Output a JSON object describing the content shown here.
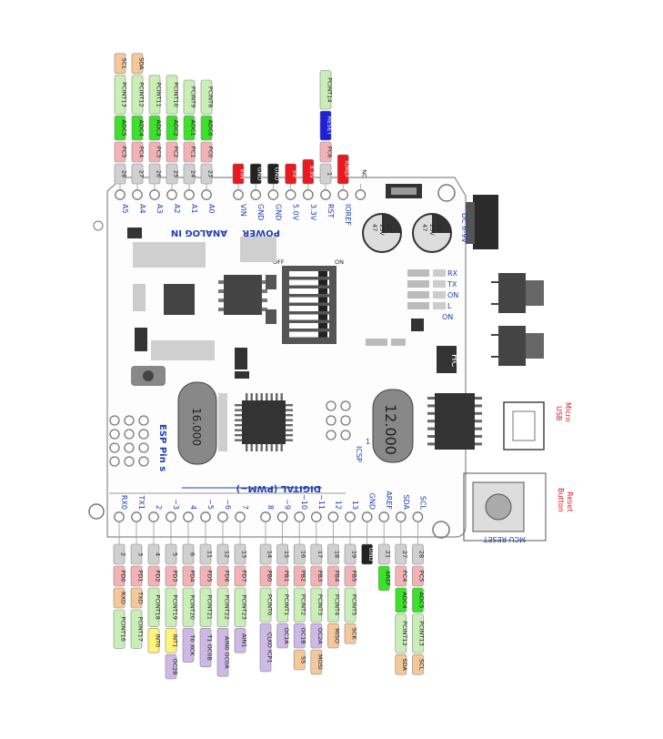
{
  "palette": {
    "gray": "#d0d0d0",
    "pink": "#f3b3b5",
    "orange": "#f5c89a",
    "lgreen": "#c9efb6",
    "green": "#3de02a",
    "yellow": "#fff37a",
    "purple": "#cdb8e6",
    "black": "#222222",
    "red": "#e8191f",
    "blue": "#1f1fd8",
    "board_outline": "#8a8a8a",
    "label_blue": "#1f3fb0",
    "note_red": "#e0151b"
  },
  "board": {
    "analog_title": "ANALOG IN",
    "power_title": "POWER",
    "digital_title": "DIGITAL (PWM~)",
    "esp_title": "ESP Pin s",
    "icsp_label": "ICSP",
    "icsp_one": "1",
    "crystal_a": "16.000",
    "crystal_b": "12.000",
    "switch_on": "ON",
    "switch_off": "OFF",
    "cap_text": [
      "47",
      "25V",
      "UT"
    ],
    "hc_label": "HC",
    "dc_label": "DC 6-9V",
    "mcu_reset": "MCU RESET",
    "reset_note": [
      "Reset",
      "Button"
    ],
    "usb_note": [
      "Micro",
      "USB"
    ],
    "led_labels": [
      "RX",
      "TX",
      "ON",
      "L",
      "ON"
    ]
  },
  "analog_pins": [
    {
      "label": "A5",
      "tags": [
        [
          "28",
          "gray"
        ],
        [
          "PC5",
          "pink"
        ],
        [
          "ADC5",
          "green"
        ],
        [
          "PCINT13",
          "lgreen"
        ],
        [
          "SCL",
          "orange"
        ]
      ]
    },
    {
      "label": "A4",
      "tags": [
        [
          "27",
          "gray"
        ],
        [
          "PC4",
          "pink"
        ],
        [
          "ADC4",
          "green"
        ],
        [
          "PCINT12",
          "lgreen"
        ],
        [
          "SDA",
          "orange"
        ]
      ]
    },
    {
      "label": "A3",
      "tags": [
        [
          "26",
          "gray"
        ],
        [
          "PC3",
          "pink"
        ],
        [
          "ADC3",
          "green"
        ],
        [
          "PCINT11",
          "lgreen"
        ]
      ]
    },
    {
      "label": "A2",
      "tags": [
        [
          "25",
          "gray"
        ],
        [
          "PC2",
          "pink"
        ],
        [
          "ADC2",
          "green"
        ],
        [
          "PCINT10",
          "lgreen"
        ]
      ]
    },
    {
      "label": "A1",
      "tags": [
        [
          "24",
          "gray"
        ],
        [
          "PC1",
          "pink"
        ],
        [
          "ADC1",
          "green"
        ],
        [
          "PCINT9",
          "lgreen"
        ]
      ]
    },
    {
      "label": "A0",
      "tags": [
        [
          "23",
          "gray"
        ],
        [
          "PC0",
          "pink"
        ],
        [
          "ADC0",
          "green"
        ],
        [
          "PCINT8",
          "lgreen"
        ]
      ]
    }
  ],
  "power_pins": [
    {
      "label": "VIN",
      "tags": [
        [
          "VIN",
          "red"
        ]
      ]
    },
    {
      "label": "GND",
      "tags": [
        [
          "GND",
          "black"
        ]
      ]
    },
    {
      "label": "GND",
      "tags": [
        [
          "GND",
          "black"
        ]
      ]
    },
    {
      "label": "5.0V",
      "tags": [
        [
          "5V",
          "red"
        ]
      ]
    },
    {
      "label": "3.3V",
      "tags": [
        [
          "3.3V",
          "red"
        ]
      ]
    },
    {
      "label": "RST",
      "tags": [
        [
          "1",
          "gray"
        ],
        [
          "PC6",
          "pink"
        ],
        [
          "RESET",
          "blue"
        ],
        [
          "PCINT14",
          "lgreen"
        ]
      ]
    },
    {
      "label": "IOREF",
      "tags": [
        [
          "IOREF",
          "red"
        ]
      ]
    },
    {
      "label": "",
      "tags": [
        [
          "NC",
          "none"
        ]
      ]
    }
  ],
  "digital_pins": [
    {
      "label": "RX0",
      "tags": [
        [
          "2",
          "gray"
        ],
        [
          "PD0",
          "pink"
        ],
        [
          "RXD",
          "orange"
        ],
        [
          "PCINT16",
          "lgreen"
        ]
      ]
    },
    {
      "label": "TX1",
      "tags": [
        [
          "3",
          "gray"
        ],
        [
          "PD1",
          "pink"
        ],
        [
          "TXD",
          "orange"
        ],
        [
          "PCINT17",
          "lgreen"
        ]
      ]
    },
    {
      "label": "2",
      "tags": [
        [
          "4",
          "gray"
        ],
        [
          "PD2",
          "pink"
        ],
        [
          "PCINT18",
          "lgreen"
        ],
        [
          "INT0",
          "yellow"
        ]
      ]
    },
    {
      "label": "~3",
      "tags": [
        [
          "5",
          "gray"
        ],
        [
          "PD3",
          "pink"
        ],
        [
          "PCINT19",
          "lgreen"
        ],
        [
          "INT1",
          "yellow"
        ],
        [
          "OC2B",
          "purple"
        ]
      ]
    },
    {
      "label": "4",
      "tags": [
        [
          "6",
          "gray"
        ],
        [
          "PD4",
          "pink"
        ],
        [
          "PCINT20",
          "lgreen"
        ],
        [
          "T0 XCK",
          "purple"
        ]
      ]
    },
    {
      "label": "~5",
      "tags": [
        [
          "11",
          "gray"
        ],
        [
          "PD5",
          "pink"
        ],
        [
          "PCINT21",
          "lgreen"
        ],
        [
          "T1 OC0B",
          "purple"
        ]
      ]
    },
    {
      "label": "~6",
      "tags": [
        [
          "12",
          "gray"
        ],
        [
          "PD6",
          "pink"
        ],
        [
          "PCINT22",
          "lgreen"
        ],
        [
          "AIN0 OC0A",
          "purple"
        ]
      ]
    },
    {
      "label": "7",
      "tags": [
        [
          "13",
          "gray"
        ],
        [
          "PD7",
          "pink"
        ],
        [
          "PCINT23",
          "lgreen"
        ],
        [
          "AIN1",
          "purple"
        ]
      ]
    },
    {
      "label": "8",
      "tags": [
        [
          "14",
          "gray"
        ],
        [
          "PB0",
          "pink"
        ],
        [
          "PCINT0",
          "lgreen"
        ],
        [
          "CLKO ICP1",
          "purple"
        ]
      ]
    },
    {
      "label": "~9",
      "tags": [
        [
          "15",
          "gray"
        ],
        [
          "PB1",
          "pink"
        ],
        [
          "PCINT1",
          "lgreen"
        ],
        [
          "OC1A",
          "purple"
        ]
      ]
    },
    {
      "label": "~10",
      "tags": [
        [
          "16",
          "gray"
        ],
        [
          "PB2",
          "pink"
        ],
        [
          "PCINT2",
          "lgreen"
        ],
        [
          "OC1B",
          "purple"
        ],
        [
          "SS",
          "orange"
        ]
      ]
    },
    {
      "label": "~11",
      "tags": [
        [
          "17",
          "gray"
        ],
        [
          "PB3",
          "pink"
        ],
        [
          "PCINT3",
          "lgreen"
        ],
        [
          "OC2A",
          "purple"
        ],
        [
          "MOSI",
          "orange"
        ]
      ]
    },
    {
      "label": "12",
      "tags": [
        [
          "18",
          "gray"
        ],
        [
          "PB4",
          "pink"
        ],
        [
          "PCINT4",
          "lgreen"
        ],
        [
          "MISO",
          "orange"
        ]
      ]
    },
    {
      "label": "13",
      "tags": [
        [
          "19",
          "gray"
        ],
        [
          "PB5",
          "pink"
        ],
        [
          "PCINT5",
          "lgreen"
        ],
        [
          "SCK",
          "orange"
        ]
      ]
    },
    {
      "label": "GND",
      "tags": [
        [
          "GND",
          "black"
        ]
      ]
    },
    {
      "label": "AREF",
      "tags": [
        [
          "21",
          "gray"
        ],
        [
          "AREF",
          "green"
        ]
      ]
    },
    {
      "label": "SDA",
      "tags": [
        [
          "27",
          "gray"
        ],
        [
          "PC4",
          "pink"
        ],
        [
          "ADC4",
          "green"
        ],
        [
          "PCINT12",
          "lgreen"
        ],
        [
          "SDA",
          "orange"
        ]
      ]
    },
    {
      "label": "SCL",
      "tags": [
        [
          "28",
          "gray"
        ],
        [
          "PC5",
          "pink"
        ],
        [
          "ADC5",
          "green"
        ],
        [
          "PCINT13",
          "lgreen"
        ],
        [
          "SCL",
          "orange"
        ]
      ]
    }
  ]
}
